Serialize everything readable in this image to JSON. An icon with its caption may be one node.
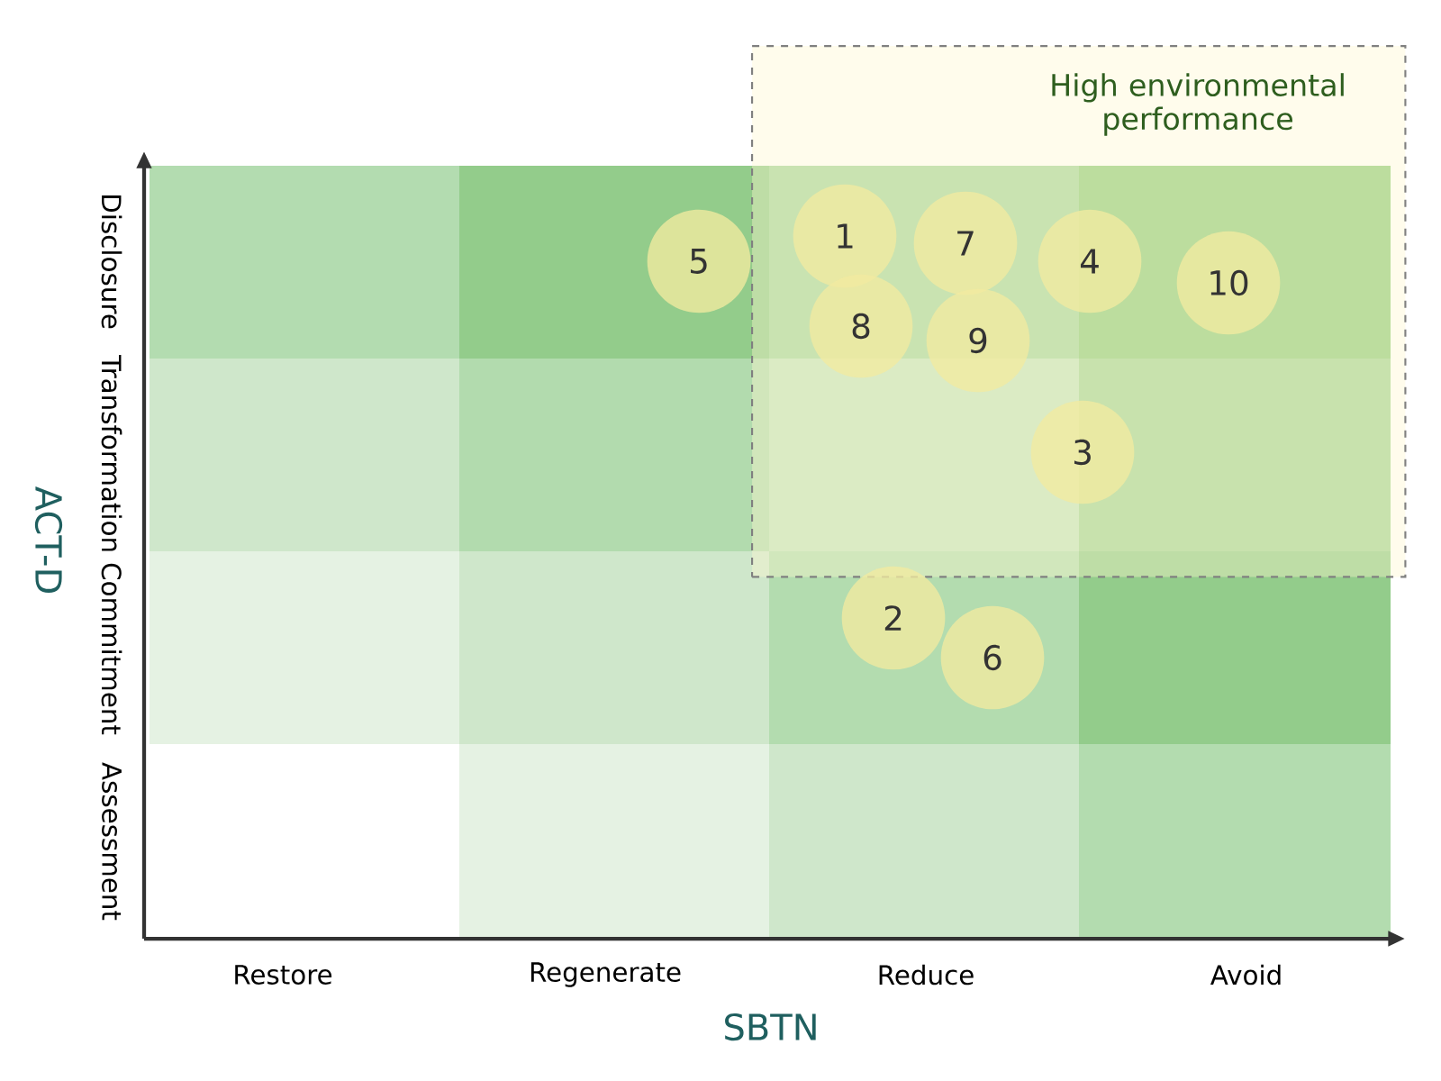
{
  "diagram": {
    "nodes": [
      {
        "text": [
          "High environmental performance"
        ]
      },
      {
        "text": [
          "1"
        ],
        "in": 0
      },
      {
        "text": [
          "2"
        ]
      },
      {
        "text": [
          "3"
        ],
        "in": 0
      },
      {
        "text": [
          "4"
        ],
        "in": 0
      },
      {
        "text": [
          "5"
        ]
      },
      {
        "text": [
          "6"
        ]
      },
      {
        "text": [
          "7"
        ],
        "in": 0
      },
      {
        "text": [
          "8"
        ],
        "in": 0
      },
      {
        "text": [
          "9"
        ],
        "in": 0
      },
      {
        "text": [
          "10"
        ],
        "in": 0
      }
    ],
    "labels": [
      "Disclosure",
      "Transformation",
      "Commitment",
      "Assessment",
      "ACT-D",
      "Restore",
      "Regenerate",
      "Reduce",
      "Avoid",
      "SBTN"
    ]
  }
}
